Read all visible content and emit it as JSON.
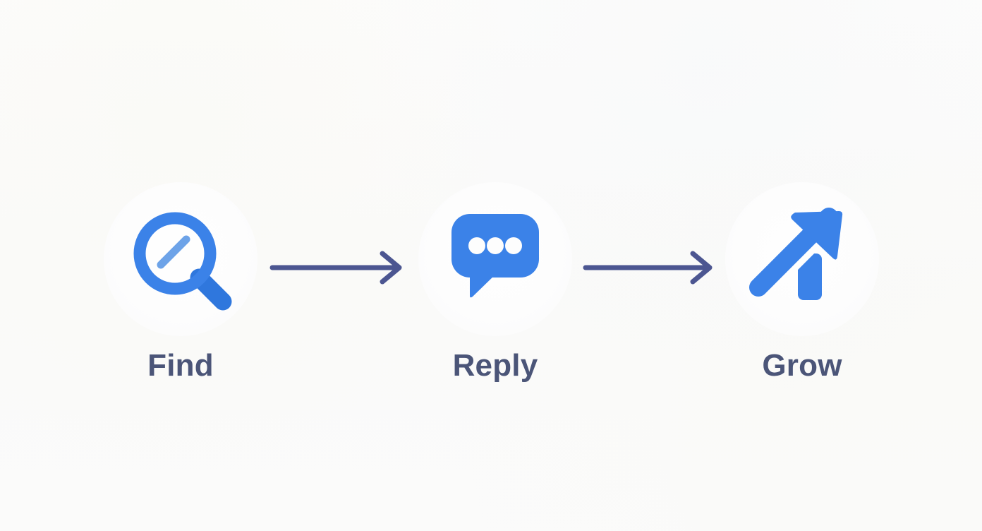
{
  "diagram": {
    "title": "Find Reply Grow process flow",
    "background_color": "#fbfbfa",
    "accent_color": "#3b82e8",
    "label_color": "#4b5578",
    "arrow_color": "#4c5691",
    "steps": [
      {
        "id": "find",
        "label": "Find",
        "icon": "magnifying-glass-icon",
        "icon_color": "#3b82e8",
        "icon_accent_color": "#6da3e8",
        "circle_color": "#fdfdfd"
      },
      {
        "id": "reply",
        "label": "Reply",
        "icon": "speech-bubble-icon",
        "icon_color": "#3b82e8",
        "icon_accent_color": "#ffffff",
        "circle_color": "#fdfdfd"
      },
      {
        "id": "grow",
        "label": "Grow",
        "icon": "growth-arrow-icon",
        "icon_color": "#3b82e8",
        "icon_accent_color": "#3b82e8",
        "circle_color": "#fdfdfd"
      }
    ],
    "connectors": [
      {
        "id": "find-to-reply",
        "icon": "arrow-right-icon",
        "color": "#4c5691"
      },
      {
        "id": "reply-to-grow",
        "icon": "arrow-right-icon",
        "color": "#4c5691"
      }
    ]
  }
}
